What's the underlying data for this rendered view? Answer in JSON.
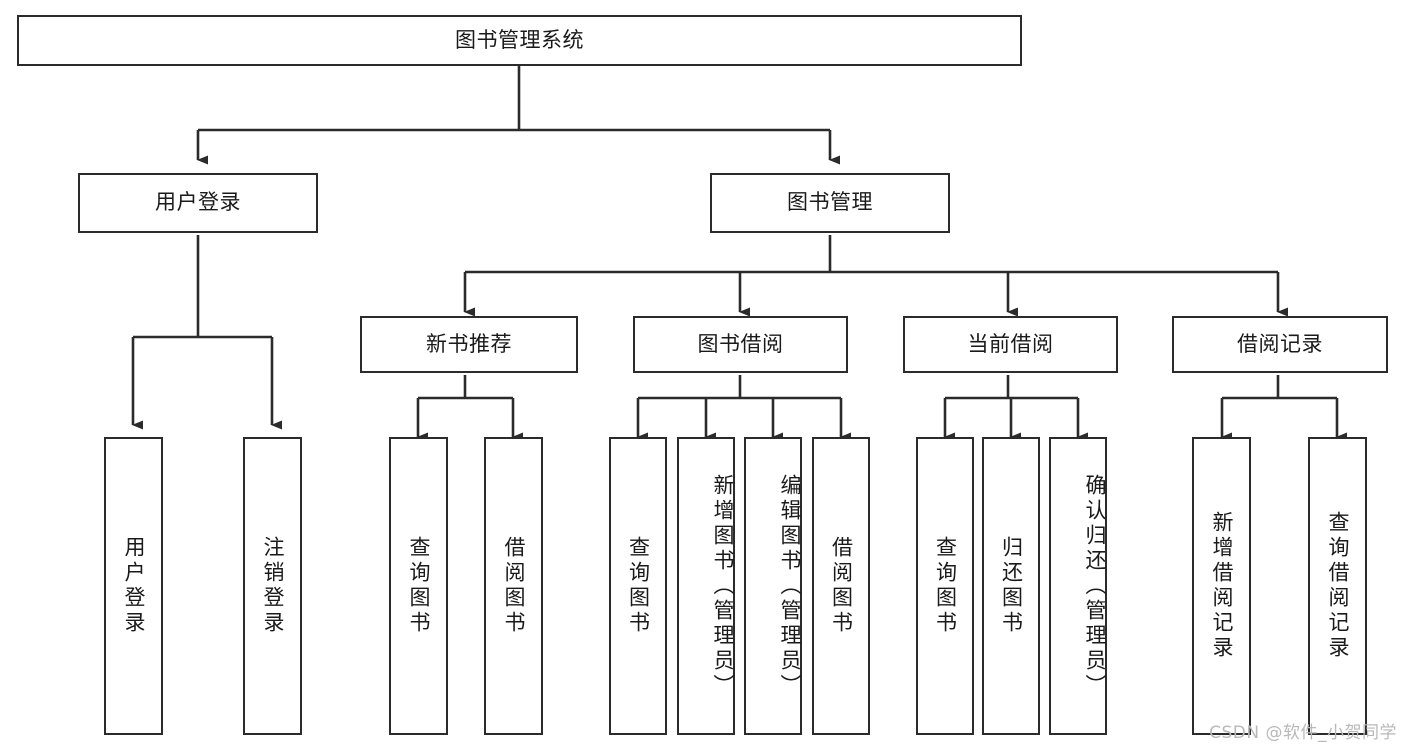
{
  "diagram": {
    "title": "图书管理系统",
    "watermark": "CSDN @软件_小贺同学",
    "colors": {
      "background": "#ffffff",
      "box_border": "#2b2b2b",
      "connector": "#2b2b2b",
      "text": "#1a1a1a",
      "watermark": "#b9b9b9"
    },
    "root": {
      "label": "图书管理系统"
    },
    "level2": [
      {
        "label": "用户登录"
      },
      {
        "label": "图书管理"
      }
    ],
    "level3": [
      {
        "label": "新书推荐"
      },
      {
        "label": "图书借阅"
      },
      {
        "label": "当前借阅"
      },
      {
        "label": "借阅记录"
      }
    ],
    "leaves": {
      "user_login": [
        {
          "label": "用户登录"
        },
        {
          "label": "注销登录"
        }
      ],
      "new_book": [
        {
          "label": "查询图书"
        },
        {
          "label": "借阅图书"
        }
      ],
      "book_borrow": [
        {
          "label": "查询图书"
        },
        {
          "label": "新增图书（管理员）"
        },
        {
          "label": "编辑图书（管理员）"
        },
        {
          "label": "借阅图书"
        }
      ],
      "current_borrow": [
        {
          "label": "查询图书"
        },
        {
          "label": "归还图书"
        },
        {
          "label": "确认归还（管理员）"
        }
      ],
      "borrow_record": [
        {
          "label": "新增借阅记录"
        },
        {
          "label": "查询借阅记录"
        }
      ]
    }
  }
}
